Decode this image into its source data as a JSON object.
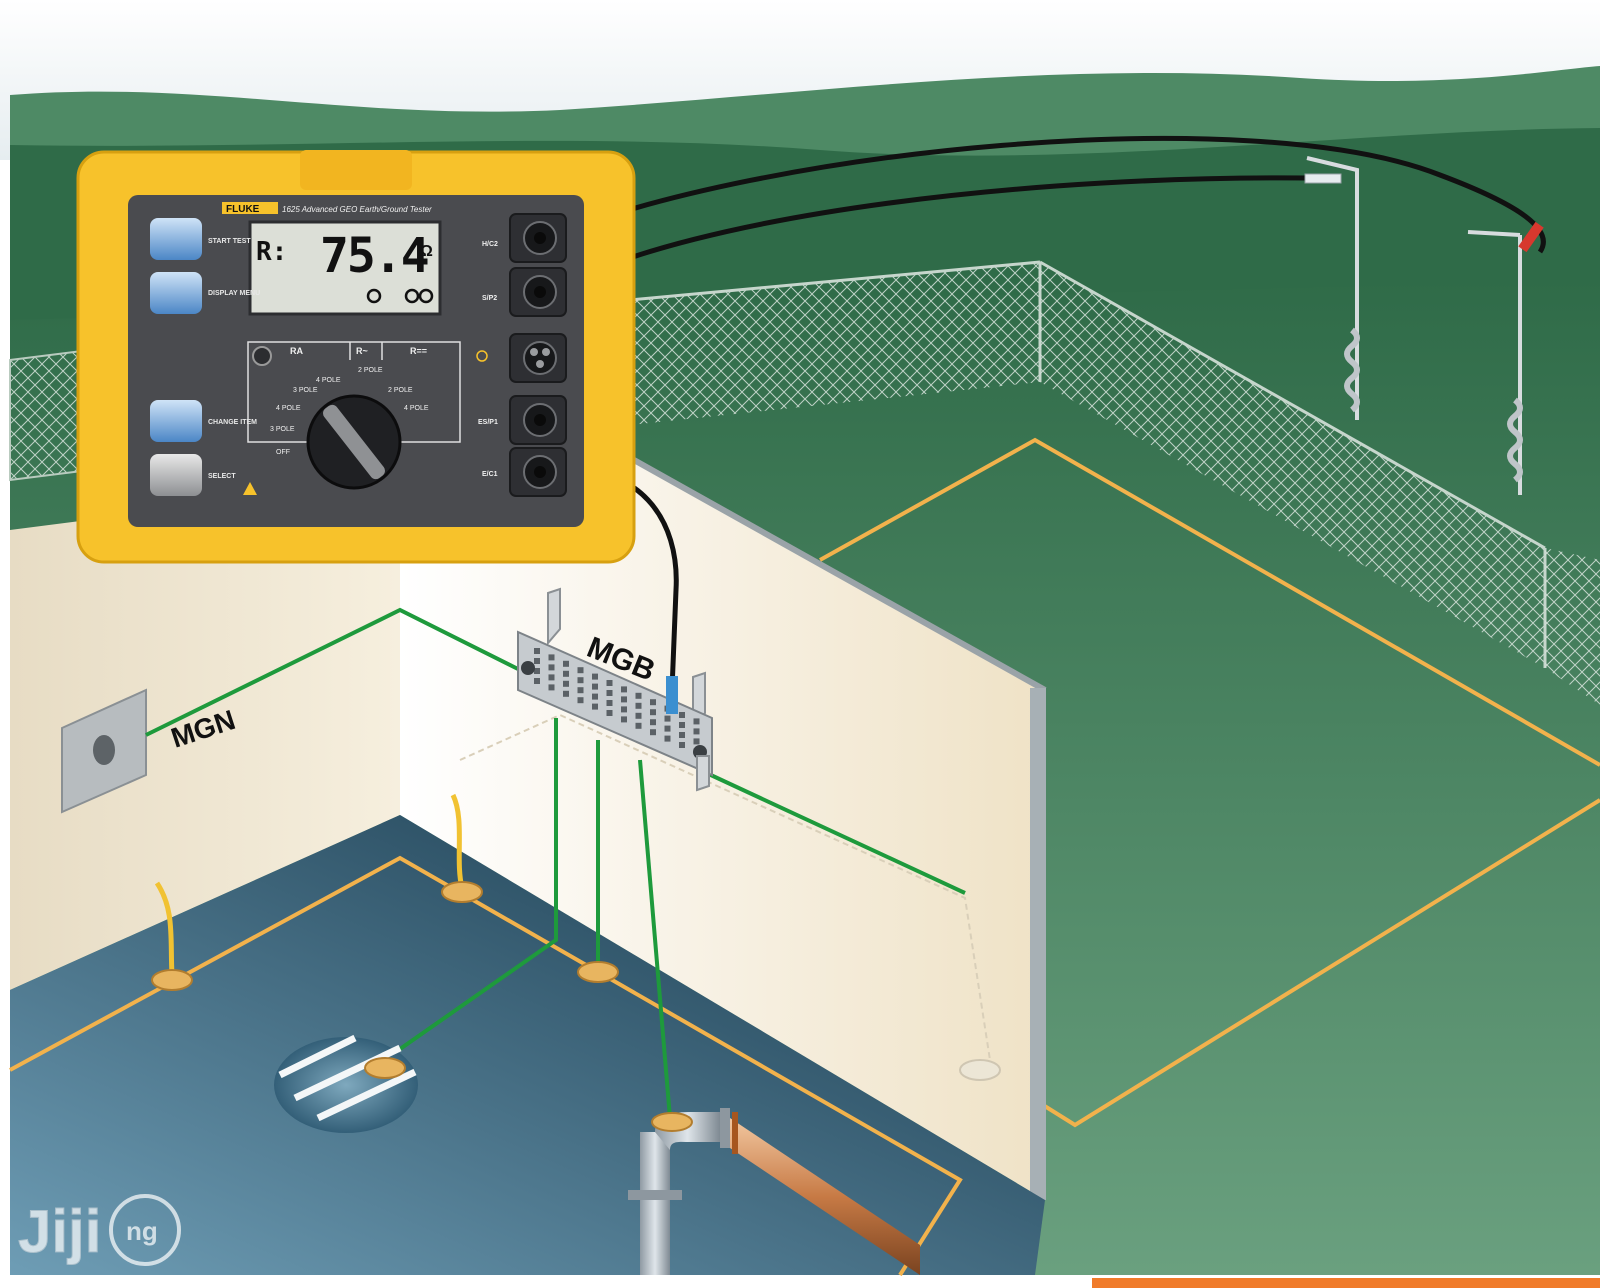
{
  "labels": {
    "mgn": "MGN",
    "mgb": "MGB"
  },
  "tester": {
    "brand": "FLUKE",
    "model": "1625 Advanced GEO Earth/Ground Tester",
    "display": {
      "prefix": "R:",
      "value": "75.4",
      "unit": "Ω"
    },
    "buttons": [
      {
        "label": "START TEST"
      },
      {
        "label": "DISPLAY MENU"
      },
      {
        "label": "CHANGE ITEM"
      },
      {
        "label": "SELECT"
      }
    ],
    "terminals": [
      {
        "label": "H/C2"
      },
      {
        "label": "S/P2"
      },
      {
        "label": "ES/P1"
      },
      {
        "label": "E/C1"
      }
    ],
    "dial": {
      "section_left": "RA",
      "section_mid": "R~",
      "section_right": "R==",
      "options": [
        "3 POLE",
        "4 POLE",
        "3 POLE",
        "4 POLE",
        "2 POLE",
        "2 POLE",
        "4 POLE",
        "OFF"
      ]
    }
  },
  "watermark": {
    "text": "Jiji",
    "badge": "ng"
  },
  "colors": {
    "sky": "#eef2f4",
    "hill": "#4c8661",
    "ground": "#3f7c57",
    "pit_floor": "#1a3f52",
    "wall": "#f4ecd9",
    "tester_yellow": "#f7c22b",
    "tester_panel": "#4a4b4f",
    "lcd": "#dcdfd7",
    "green_wire": "#1e9a3c",
    "boundary": "#f2b24c",
    "accent": "#f07b2a"
  }
}
